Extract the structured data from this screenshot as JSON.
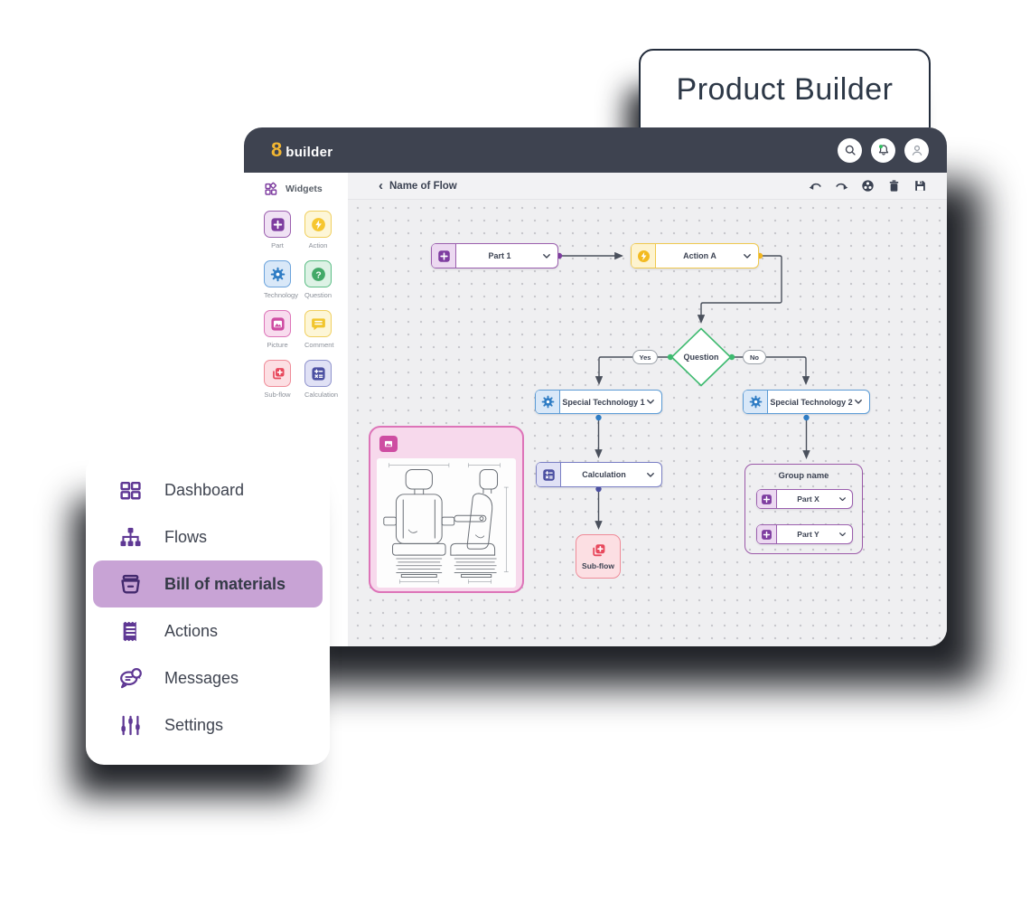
{
  "title_card": {
    "label": "Product Builder"
  },
  "header": {
    "logo_mark": "8",
    "logo_text": "builder",
    "icons": [
      "search-icon",
      "notifications-icon",
      "user-icon"
    ]
  },
  "toolbar": {
    "back_chevron": "‹",
    "flow_name": "Name of Flow",
    "icons": [
      "undo-icon",
      "redo-icon",
      "assets-wheel-icon",
      "delete-icon",
      "save-icon"
    ]
  },
  "widgets_panel": {
    "title": "Widgets",
    "widgets": [
      {
        "label": "Part"
      },
      {
        "label": "Action"
      },
      {
        "label": "Technology"
      },
      {
        "label": "Question"
      },
      {
        "label": "Picture"
      },
      {
        "label": "Comment"
      },
      {
        "label": "Sub-flow"
      },
      {
        "label": "Calculation"
      }
    ]
  },
  "flow": {
    "nodes": {
      "part1": "Part 1",
      "action_a": "Action A",
      "question": "Question",
      "yes_label": "Yes",
      "no_label": "No",
      "special_technology_1": "Special Technology 1",
      "special_technology_2": "Special Technology 2",
      "calculation": "Calculation",
      "sub_flow": "Sub-flow",
      "group_name": "Group name",
      "part_x": "Part X",
      "part_y": "Part Y"
    }
  },
  "menu": {
    "items": [
      {
        "label": "Dashboard",
        "active": false
      },
      {
        "label": "Flows",
        "active": false
      },
      {
        "label": "Bill of materials",
        "active": true
      },
      {
        "label": "Actions",
        "active": false
      },
      {
        "label": "Messages",
        "active": false
      },
      {
        "label": "Settings",
        "active": false
      }
    ]
  },
  "colors": {
    "header_dark": "#3E4350",
    "logo_yellow": "#F2B632",
    "purple": "#7E3DA0",
    "purple_light": "#F0E2F4",
    "yellow": "#F6C62E",
    "yellow_light": "#FDF6D7",
    "blue": "#2E7CC4",
    "blue_light": "#D9E8F8",
    "green": "#3DBA6F",
    "green_light": "#DDF2E5",
    "pink": "#CE4DA2",
    "pink_light": "#F8DCEE",
    "red": "#E8485C",
    "red_light": "#FCDFE3",
    "indigo": "#4C50A2",
    "indigo_light": "#E0E1F5",
    "menu_highlight": "#C8A3D5",
    "connector": "#4A505C"
  }
}
